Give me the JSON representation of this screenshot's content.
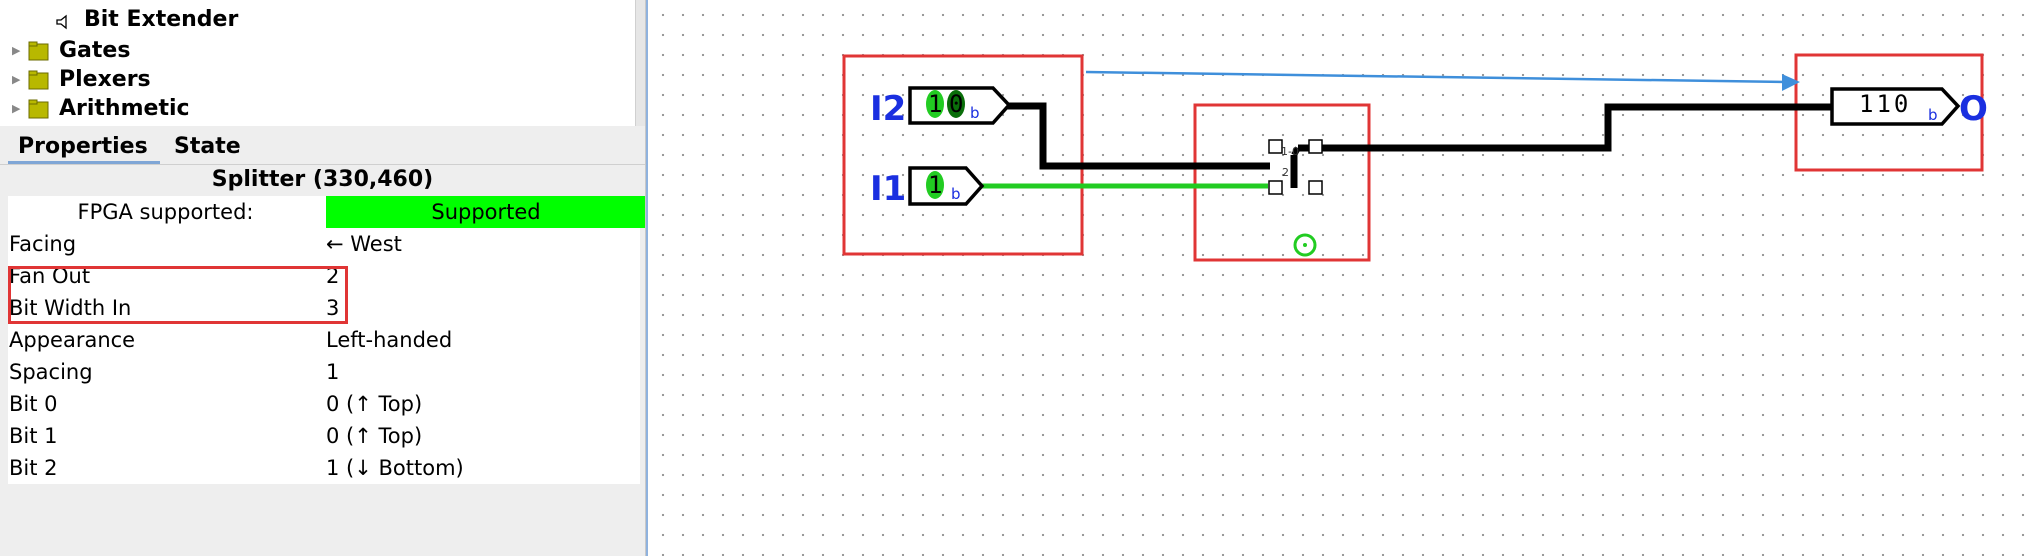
{
  "tree": {
    "items": [
      {
        "label": "Bit Extender",
        "icon": "bit-extender-icon"
      },
      {
        "label": "Gates",
        "icon": "folder-icon"
      },
      {
        "label": "Plexers",
        "icon": "folder-icon"
      },
      {
        "label": "Arithmetic",
        "icon": "folder-icon"
      }
    ]
  },
  "tabs": {
    "properties": "Properties",
    "state": "State"
  },
  "component_title": "Splitter (330,460)",
  "properties": {
    "fpga": {
      "key": "FPGA supported:",
      "value": "Supported",
      "color": "#00ff00"
    },
    "rows": [
      {
        "key": "Facing",
        "value": "← West"
      },
      {
        "key": "Fan Out",
        "value": "2"
      },
      {
        "key": "Bit Width In",
        "value": "3"
      },
      {
        "key": "Appearance",
        "value": "Left-handed"
      },
      {
        "key": "Spacing",
        "value": "1"
      },
      {
        "key": "Bit 0",
        "value": "0 (↑ Top)"
      },
      {
        "key": "Bit 1",
        "value": "0 (↑ Top)"
      },
      {
        "key": "Bit 2",
        "value": "1 (↓ Bottom)"
      }
    ]
  },
  "circuit": {
    "pins": {
      "i2": {
        "label": "I2",
        "bits": [
          "1",
          "0"
        ],
        "base": "b"
      },
      "i1": {
        "label": "I1",
        "bits": [
          "1"
        ],
        "base": "b"
      },
      "out": {
        "label": "O",
        "value": "110",
        "base": "b"
      }
    },
    "splitter_labels": {
      "b1": "1-0",
      "b2": "2"
    },
    "colors": {
      "highlight": "#e03535",
      "wire_bus": "#000000",
      "wire_one": "#22cc22",
      "pin_label": "#1a2fe0",
      "arrow": "#3f8fdb"
    }
  }
}
